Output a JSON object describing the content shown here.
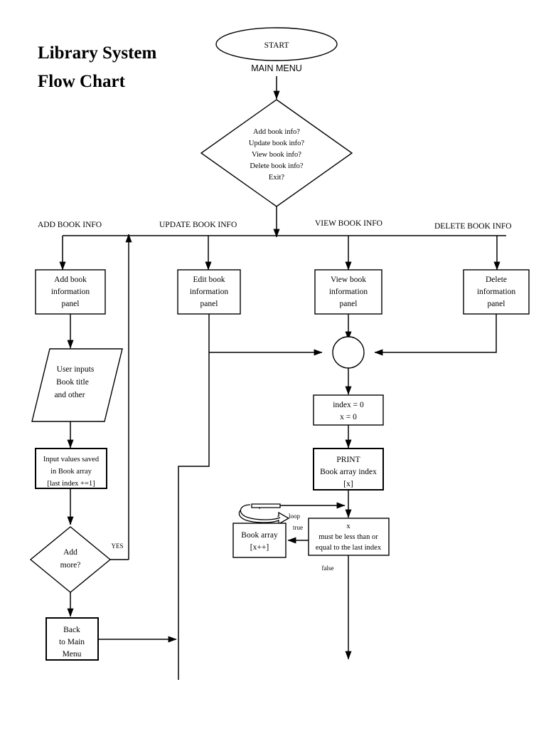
{
  "document": {
    "title_line1": "Library System",
    "title_line2": "Flow Chart"
  },
  "chart_data": {
    "type": "diagram",
    "diagram_kind": "flowchart",
    "title": "Library System Flow Chart",
    "nodes": [
      {
        "id": "start",
        "shape": "oval",
        "text": "START"
      },
      {
        "id": "main_menu_label",
        "shape": "label",
        "text": "MAIN MENU"
      },
      {
        "id": "menu_decision",
        "shape": "diamond",
        "lines": [
          "Add book info?",
          "Update book info?",
          "View book info?",
          "Delete book info?",
          "Exit?"
        ]
      },
      {
        "id": "add_panel",
        "shape": "rect",
        "lines": [
          "Add book",
          "information",
          "panel"
        ]
      },
      {
        "id": "edit_panel",
        "shape": "rect",
        "lines": [
          "Edit book",
          "information",
          "panel"
        ]
      },
      {
        "id": "view_panel",
        "shape": "rect",
        "lines": [
          "View book",
          "information",
          "panel"
        ]
      },
      {
        "id": "delete_panel",
        "shape": "rect",
        "lines": [
          "Delete",
          "information",
          "panel"
        ]
      },
      {
        "id": "user_input",
        "shape": "parallelogram",
        "lines": [
          "User inputs",
          "Book title",
          "and other"
        ]
      },
      {
        "id": "saved",
        "shape": "rect",
        "lines": [
          "Input values saved",
          "in Book array",
          "[last index +=1]"
        ]
      },
      {
        "id": "add_more",
        "shape": "diamond",
        "lines": [
          "Add",
          "more?"
        ]
      },
      {
        "id": "back_main",
        "shape": "rect",
        "lines": [
          "Back",
          "to Main",
          "Menu"
        ]
      },
      {
        "id": "merge",
        "shape": "circle",
        "text": ""
      },
      {
        "id": "index_init",
        "shape": "rect",
        "lines": [
          "index = 0",
          "x = 0"
        ]
      },
      {
        "id": "print",
        "shape": "rect",
        "lines": [
          "PRINT",
          "Book array index",
          "[x]"
        ]
      },
      {
        "id": "increment",
        "shape": "rect",
        "lines": [
          "Book array",
          "[x++]"
        ]
      },
      {
        "id": "condition",
        "shape": "rect",
        "lines": [
          "x",
          "must be less than or",
          "equal to the last index"
        ]
      }
    ],
    "branch_labels": [
      {
        "id": "branch_add",
        "text": "ADD BOOK INFO"
      },
      {
        "id": "branch_update",
        "text": "UPDATE BOOK INFO"
      },
      {
        "id": "branch_view",
        "text": "VIEW BOOK INFO"
      },
      {
        "id": "branch_delete",
        "text": "DELETE BOOK INFO"
      }
    ],
    "edge_labels": [
      {
        "id": "yes",
        "text": "YES"
      },
      {
        "id": "loop",
        "text": "loop"
      },
      {
        "id": "true",
        "text": "true"
      },
      {
        "id": "false",
        "text": "false"
      }
    ],
    "colors": {
      "stroke": "#000000",
      "fill": "#ffffff",
      "background": "#ffffff"
    }
  }
}
